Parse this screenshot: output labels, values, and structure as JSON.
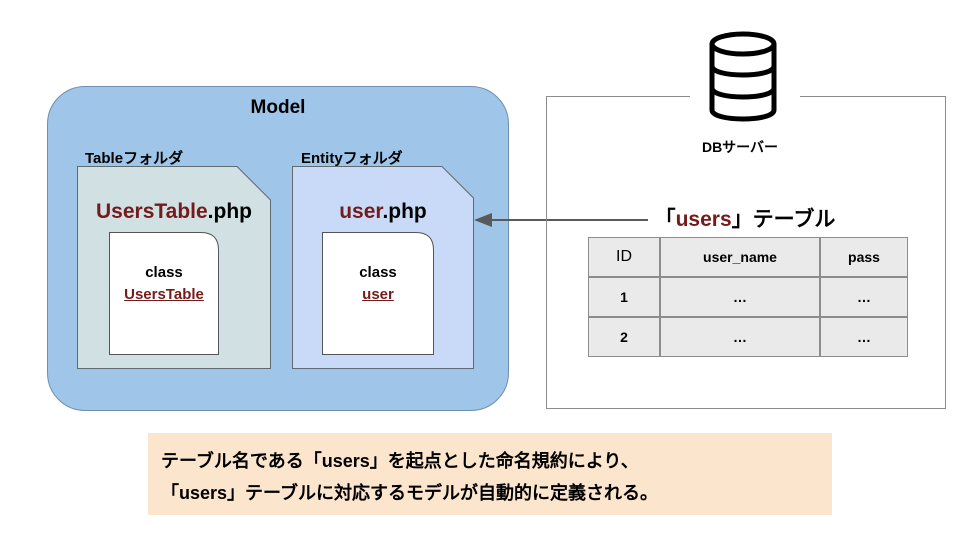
{
  "model": {
    "title": "Model",
    "table_folder": {
      "label": "Tableフォルダ",
      "file_name_accent": "UsersTable",
      "file_name_ext": ".php",
      "class_keyword": "class",
      "class_name": "UsersTable"
    },
    "entity_folder": {
      "label": "Entityフォルダ",
      "file_name_accent": "user",
      "file_name_ext": ".php",
      "class_keyword": "class",
      "class_name": "user"
    }
  },
  "db": {
    "label": "DBサーバー",
    "table_title_open": "「",
    "table_title_name": "users",
    "table_title_close": "」テーブル",
    "columns": [
      "ID",
      "user_name",
      "pass"
    ],
    "rows": [
      [
        "1",
        "…",
        "…"
      ],
      [
        "2",
        "…",
        "…"
      ]
    ]
  },
  "note": {
    "line1": "テーブル名である「users」を起点とした命名規約により、",
    "line2": "「users」テーブルに対応するモデルが自動的に定義される。"
  },
  "colors": {
    "model_bg": "#9fc5e8",
    "table_doc_bg": "#d0e0e3",
    "entity_doc_bg": "#c9daf8",
    "accent": "#741b1b",
    "note_bg": "#fce5cd"
  }
}
